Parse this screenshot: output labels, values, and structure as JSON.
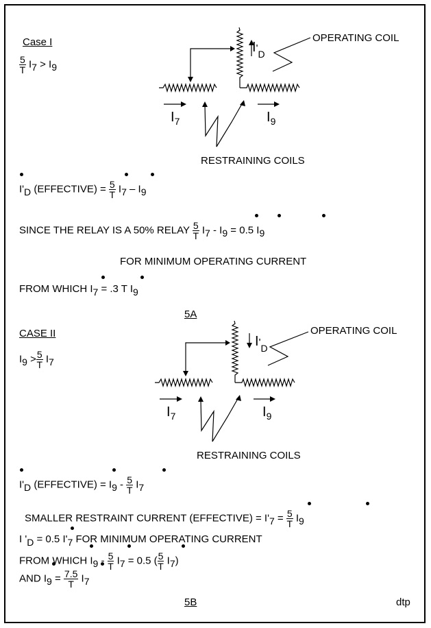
{
  "case1": {
    "heading": "Case I",
    "condition_frac_n": "5",
    "condition_frac_d": "T",
    "condition_rest": "I7 > I9",
    "label_operating": "OPERATING COIL",
    "label_restraining": "RESTRAINING COILS",
    "current_d": "I'D",
    "current_7": "I7",
    "current_9": "I9",
    "eq1": "I'D (EFFECTIVE) = 5/T I7 – I9",
    "eq2": "SINCE THE RELAY IS A 50% RELAY 5/T I7 - I9 = 0.5 I9",
    "eq3": "FOR MINIMUM OPERATING CURRENT",
    "eq4": "FROM WHICH I7 = .3 T I9",
    "figure_label": "5A"
  },
  "case2": {
    "heading": "CASE II",
    "condition": "I9 > 5/T I7",
    "label_operating": "OPERATING COIL",
    "label_restraining": "RESTRAINING COILS",
    "current_d": "I'D",
    "current_7": "I7",
    "current_9": "I9",
    "eq1": "I'D (EFFECTIVE) = I9 - 5/T I7",
    "eq2": "SMALLER RESTRAINT CURRENT (EFFECTIVE) = I'7 = 5/T I9",
    "eq3": "I'D = 0.5 I'7 FOR MINIMUM OPERATING CURRENT",
    "eq4": "FROM WHICH I9 - 5/T I7 = 0.5 (5/T I7)",
    "eq5": "AND I9 = 7.5/T I7",
    "figure_label": "5B"
  },
  "footer_initials": "dtp"
}
